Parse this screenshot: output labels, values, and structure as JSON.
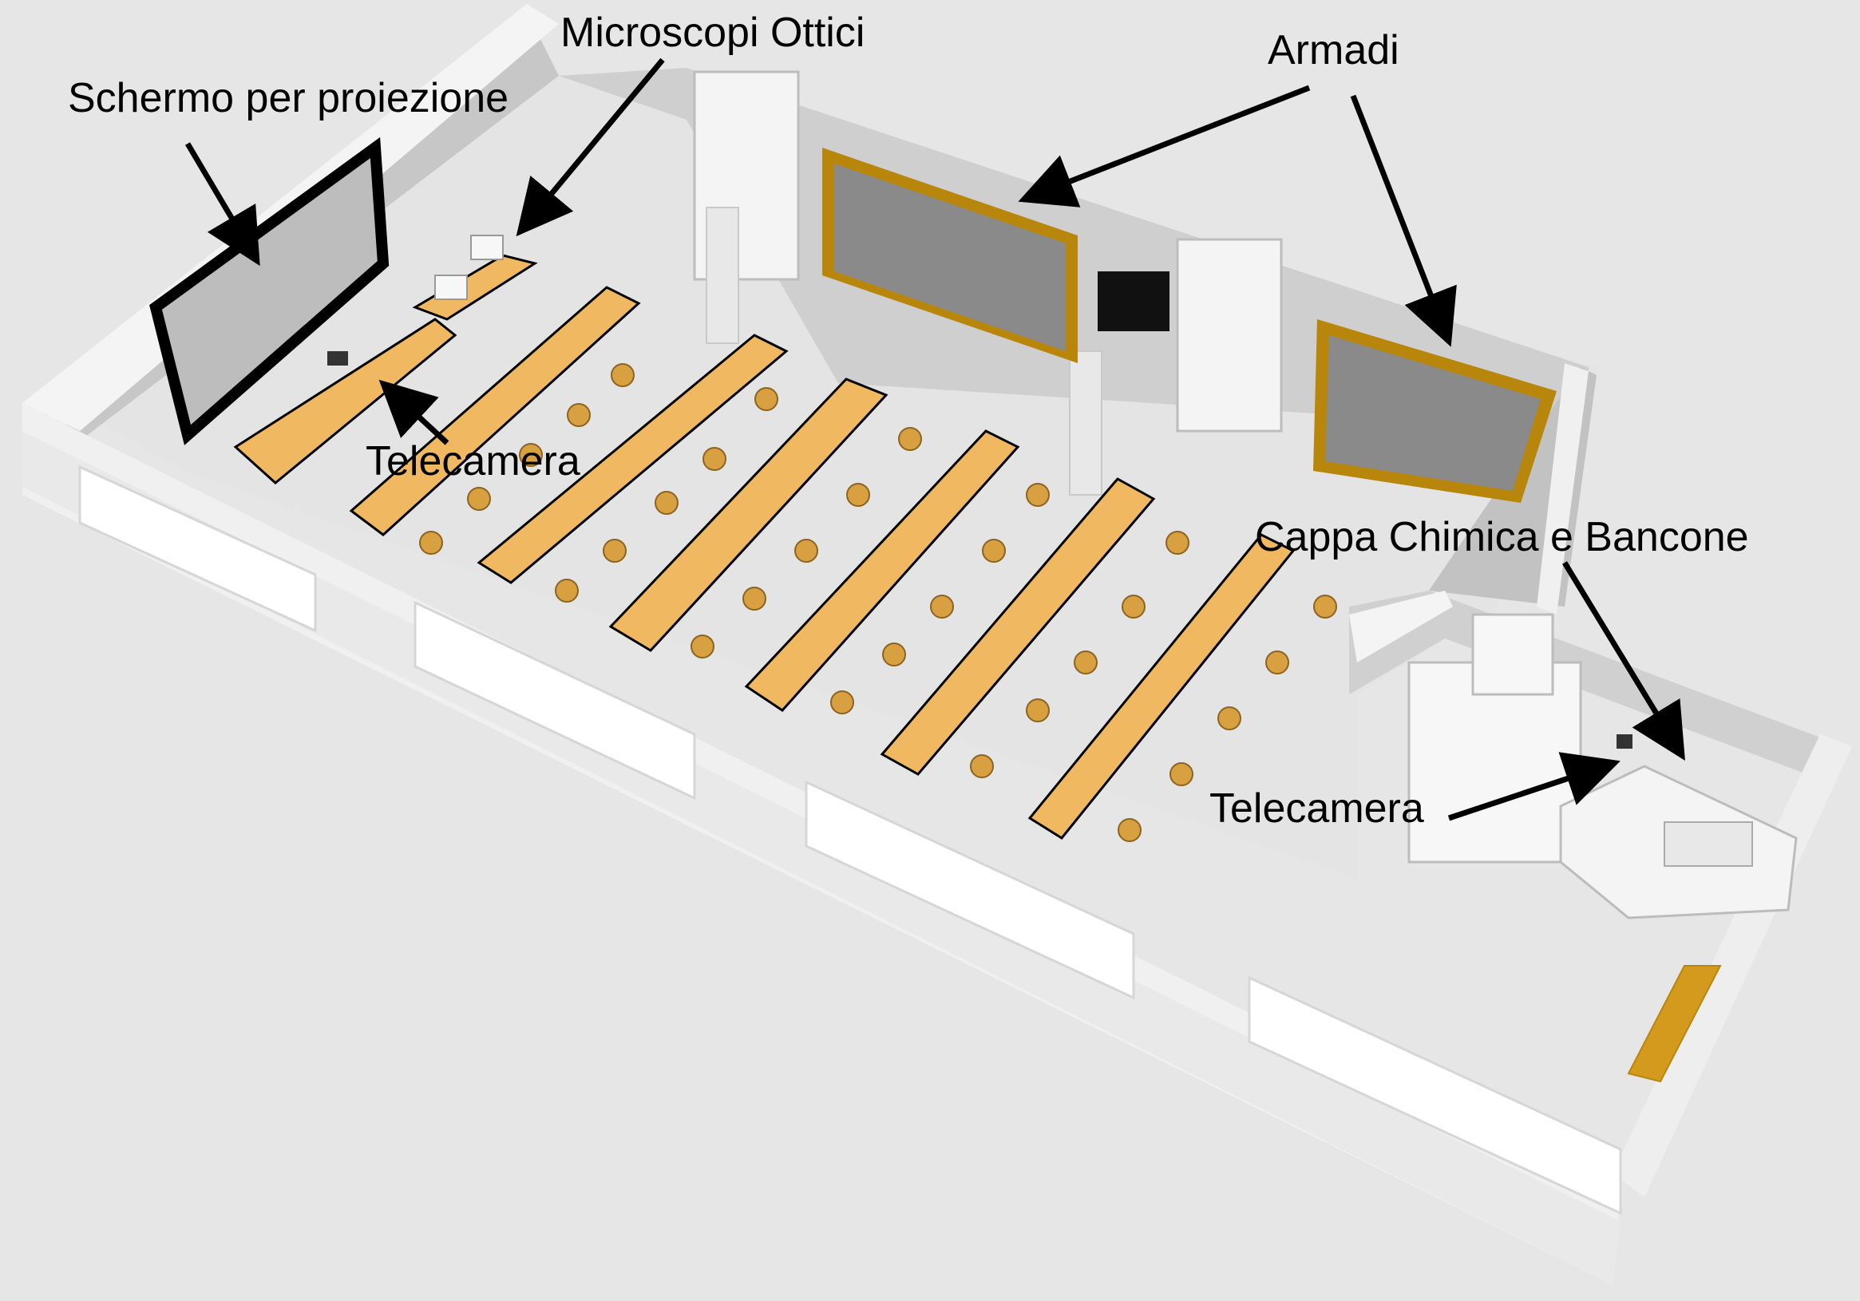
{
  "labels": {
    "schermo": "Schermo per proiezione",
    "microscopi": "Microscopi Ottici",
    "armadi": "Armadi",
    "telecamera_1": "Telecamera",
    "cappa": "Cappa Chimica e Bancone",
    "telecamera_2": "Telecamera"
  },
  "colors": {
    "background": "#e6e6e6",
    "wall": "#f2f2f2",
    "floor": "#e0e0e0",
    "desk": "#f0b860",
    "chair": "#d8a040",
    "cabinet_frame": "#b8860b",
    "cabinet_panel": "#8a8a8a",
    "screen_frame": "#000000"
  }
}
